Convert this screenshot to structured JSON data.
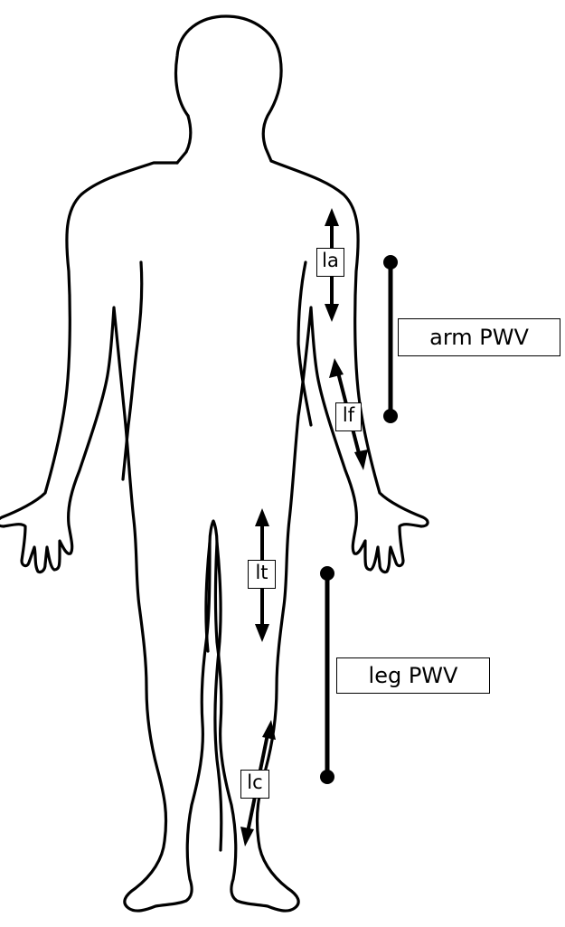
{
  "segments": {
    "la": "la",
    "lf": "lf",
    "lt": "lt",
    "lc": "lc"
  },
  "measurements": {
    "arm": "arm PWV",
    "leg": "leg PWV"
  },
  "colors": {
    "stroke": "#000000",
    "background": "#ffffff"
  }
}
